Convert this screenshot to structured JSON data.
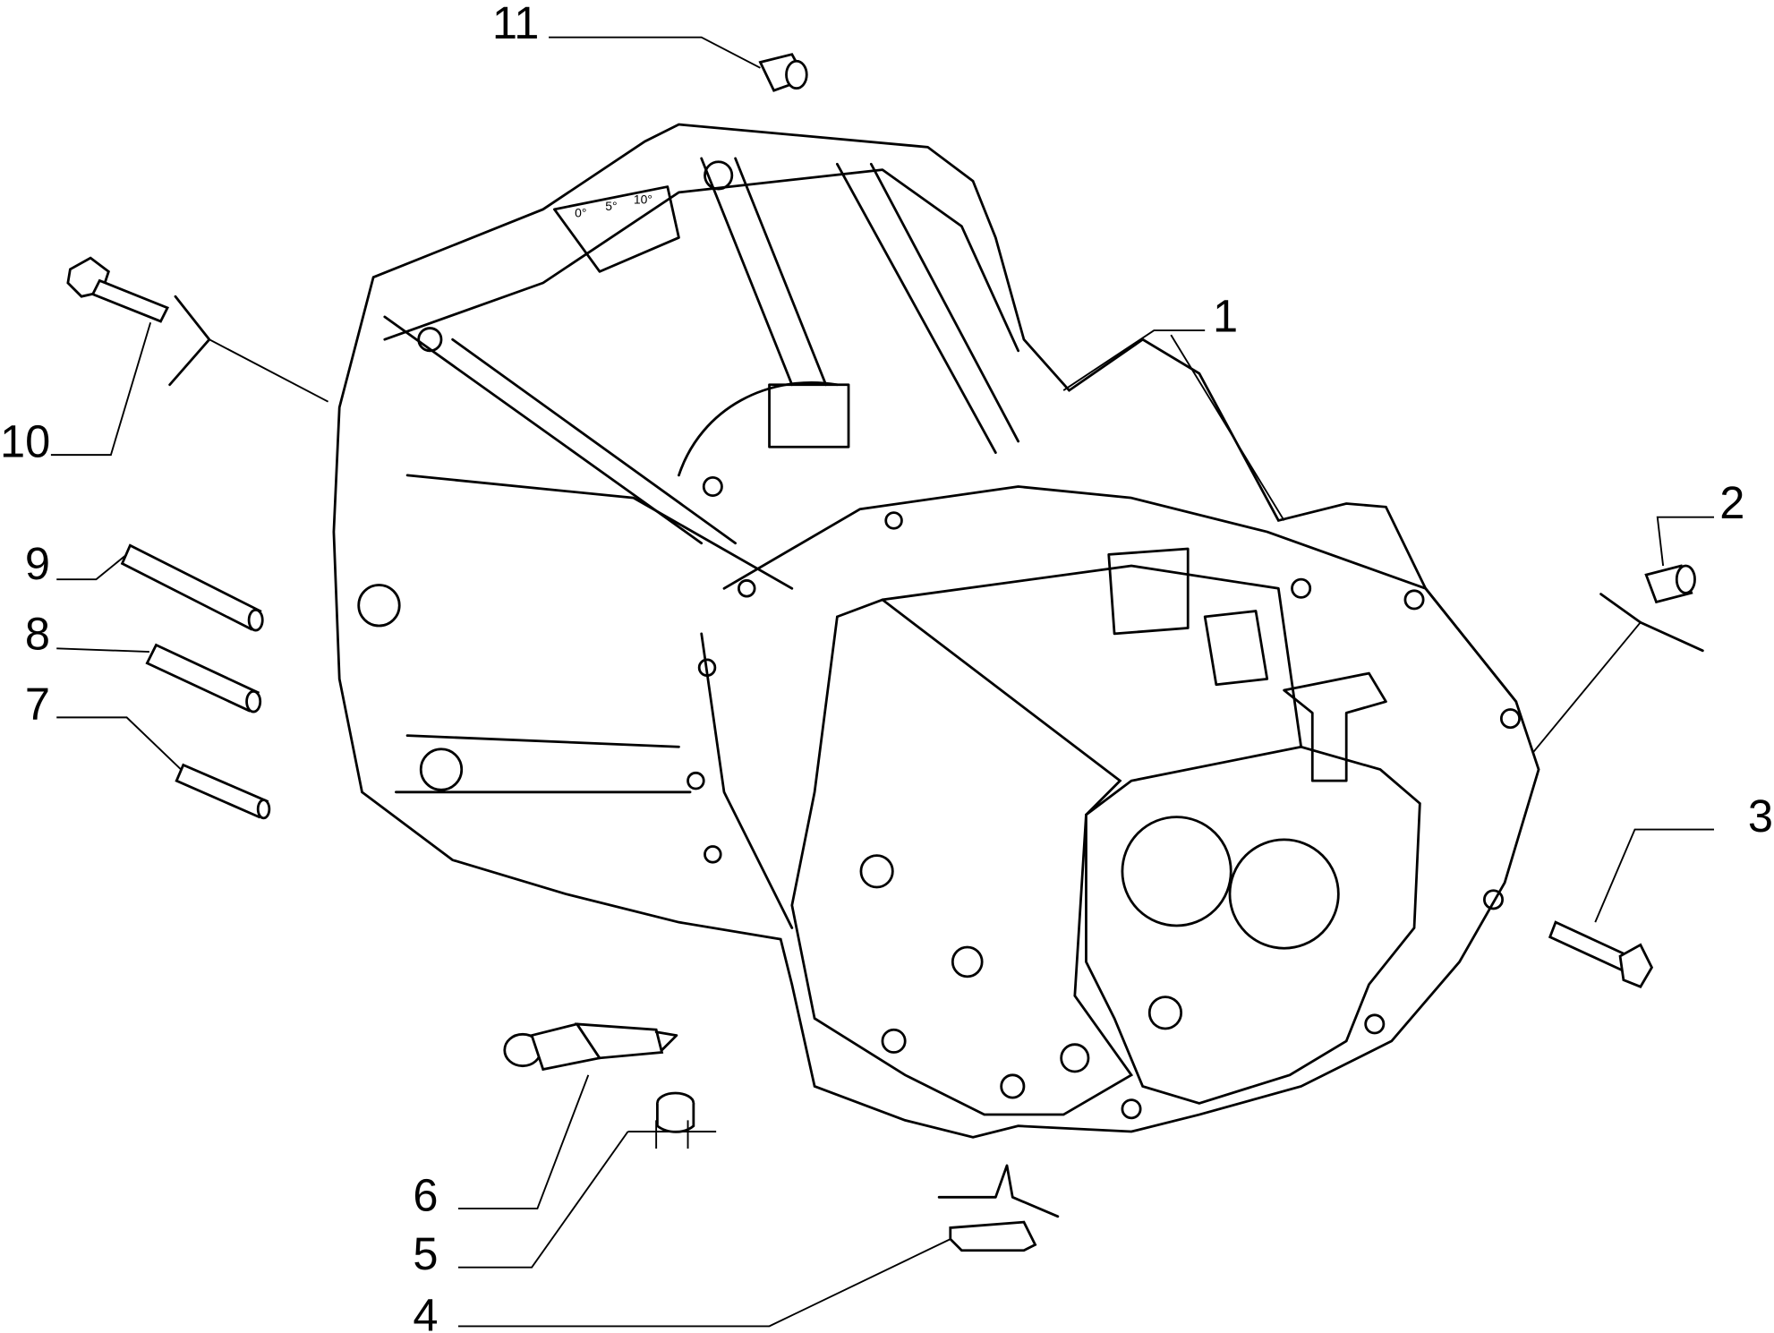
{
  "diagram": {
    "scale_marks": [
      "0°",
      "5°",
      "10°"
    ],
    "callouts": [
      {
        "id": "1",
        "label": "1"
      },
      {
        "id": "2",
        "label": "2"
      },
      {
        "id": "3",
        "label": "3"
      },
      {
        "id": "4",
        "label": "4"
      },
      {
        "id": "5",
        "label": "5"
      },
      {
        "id": "6",
        "label": "6"
      },
      {
        "id": "7",
        "label": "7"
      },
      {
        "id": "8",
        "label": "8"
      },
      {
        "id": "9",
        "label": "9"
      },
      {
        "id": "10",
        "label": "10"
      },
      {
        "id": "11",
        "label": "11"
      }
    ]
  }
}
